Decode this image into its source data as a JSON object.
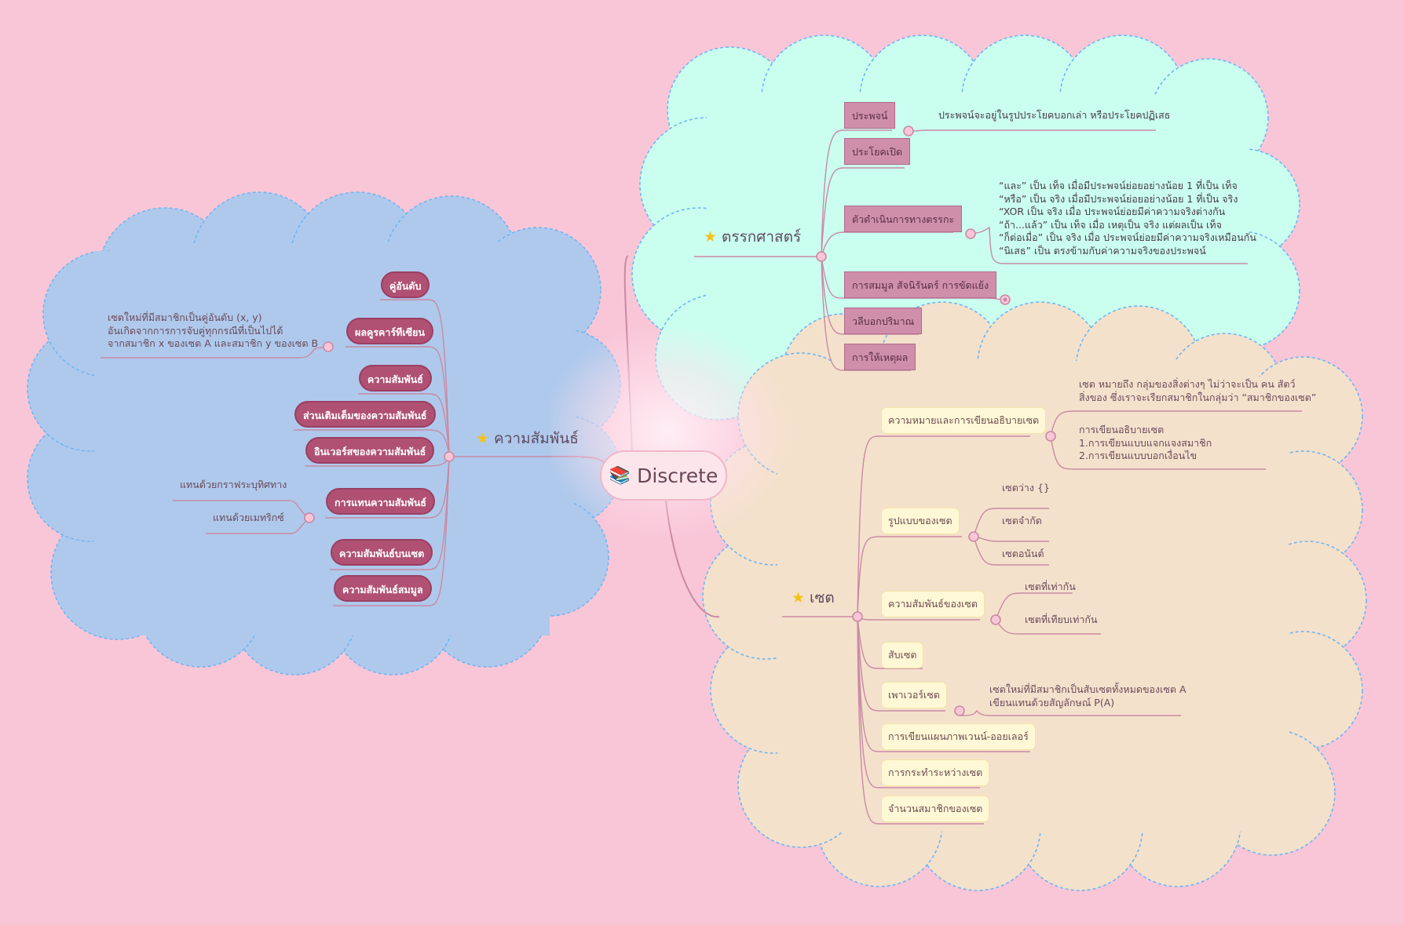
{
  "root": {
    "label": "Discrete",
    "icon": "books-icon"
  },
  "colors": {
    "background": "#f9c6d8",
    "logic_area": "#caffef",
    "set_area": "#f4e1cc",
    "relation_area": "#afc9ec",
    "branch_line": "#c98aa3"
  },
  "logic": {
    "title": "ตรรกศาสตร์",
    "topics": [
      "ประพจน์",
      "ประโยคเปิด",
      "ตัวดำเนินการทางตรรกะ",
      "การสมมูล สัจนิรันดร์ การขัดแย้ง",
      "วลีบอกปริมาณ",
      "การให้เหตุผล"
    ],
    "proposition_note": "ประพจน์จะอยู่ในรูปประโยคบอกเล่า หรือประโยคปฏิเสธ",
    "operator_notes": [
      "“และ” เป็น เท็จ เมื่อมีประพจน์ย่อยอย่างน้อย 1 ที่เป็น เท็จ",
      "“หรือ” เป็น จริง  เมื่อมีประพจน์ย่อยอย่างน้อย 1 ที่เป็น จริง",
      "“XOR เป็น จริง เมื่อ ประพจน์ย่อยมีค่าความจริงต่างกัน",
      "“ถ้า...แล้ว” เป็น เท็จ เมื่อ เหตุเป็น   จริง    แต่ผลเป็น เท็จ",
      "“ก็ต่อเมื่อ” เป็น จริง เมื่อ ประพจน์ย่อยมีค่าความจริงเหมือนกัน",
      "“นิเสธ” เป็น ตรงข้ามกับค่าความจริงของประพจน์"
    ]
  },
  "set": {
    "title": "เซต",
    "topics": [
      "ความหมายและการเขียนอธิบายเซต",
      "รูปแบบของเซต",
      "ความสัมพันธ์ของเซต",
      "สับเซต",
      "เพาเวอร์เซต",
      "การเขียนแผนภาพเวนน์-ออยเลอร์",
      "การกระทำระหว่างเซต",
      "จำนวนสมาชิกของเซต"
    ],
    "meaning_note": [
      "เซต หมายถึง กลุ่มของสิ่งต่างๆ ไม่ว่าจะเป็น คน สัตว์",
      "สิ่งของ ซึ่งเราจะเรียกสมาชิกในกลุ่มว่า “สมาชิกของเซต”"
    ],
    "writing_note": [
      "การเขียนอธิบายเซต",
      "1.การเขียนแบบแจกแจงสมาชิก",
      "2.การเขียนแบบบอกเงื่อนไข"
    ],
    "forms": [
      "เซตว่าง {}",
      "เซตจำกัด",
      "เซตอนันต์"
    ],
    "relations": [
      "เซตที่เท่ากัน",
      "เซตที่เทียบเท่ากัน"
    ],
    "powerset_note": [
      "เซตใหม่ที่มีสมาชิกเป็นสับเซตทั้งหมดของเซต A",
      "เขียนแทนด้วยสัญลักษณ์ P(A)"
    ]
  },
  "relation": {
    "title": "ความสัมพันธ์",
    "topics": [
      "คู่อันดับ",
      "ผลคูรคาร์ทีเซียน",
      "ความสัมพันธ์",
      "ส่วนเติมเต็มของความสัมพันธ์",
      "อินเวอร์สของความสัมพันธ์",
      "การแทนความสัมพันธ์",
      "ความสัมพันธ์บนเซต",
      "ความสัมพันธ์สมมูล"
    ],
    "cartesian_note": [
      "เซตใหม่ที่มีสมาชิกเป็นคู่อันดับ (x, y)",
      "อันเกิดจากการการจับคู่ทุกกรณีที่เป็นไปได้",
      "จากสมาชิก x ของเซต A และสมาชิก y ของเซต B"
    ],
    "representation": [
      "แทนด้วยกราฟระบุทิศทาง",
      "แทนด้วยเมทริกซ์"
    ]
  }
}
